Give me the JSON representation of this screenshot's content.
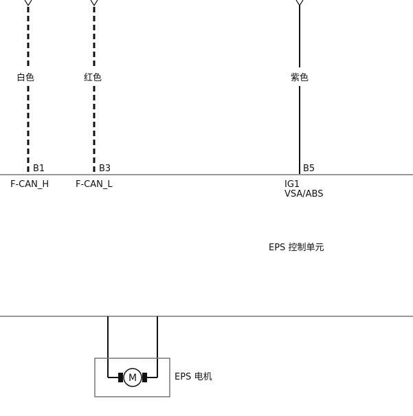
{
  "wires": {
    "white": {
      "color_label": "白色",
      "pin": "B1",
      "signal": "F-CAN_H"
    },
    "red": {
      "color_label": "红色",
      "pin": "B3",
      "signal": "F-CAN_L"
    },
    "purple": {
      "color_label": "紫色",
      "pin": "B5",
      "signal_line1": "IG1",
      "signal_line2": "VSA/ABS"
    }
  },
  "control_unit": {
    "label": "EPS 控制单元"
  },
  "motor": {
    "symbol": "M",
    "label": "EPS 电机"
  },
  "colors": {
    "line": "#111111",
    "border": "#777777"
  }
}
